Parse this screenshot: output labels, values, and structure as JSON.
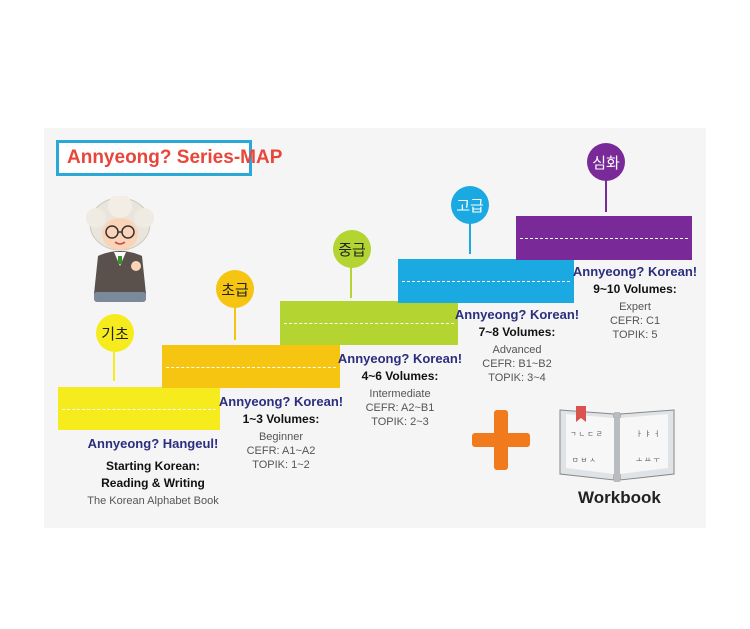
{
  "title": "Annyeong? Series-MAP",
  "levels": [
    {
      "badge": "기초",
      "heading": "Annyeong? Hangeul!",
      "line1": "Starting Korean:",
      "line2": "Reading & Writing",
      "line3": "The Korean Alphabet Book"
    },
    {
      "badge": "초급",
      "heading": "Annyeong? Korean!",
      "volumes": "1~3 Volumes:",
      "level": "Beginner",
      "cefr": "CEFR: A1~A2",
      "topik": "TOPIK: 1~2"
    },
    {
      "badge": "중급",
      "heading": "Annyeong? Korean!",
      "volumes": "4~6 Volumes:",
      "level": "Intermediate",
      "cefr": "CEFR: A2~B1",
      "topik": "TOPIK: 2~3"
    },
    {
      "badge": "고급",
      "heading": "Annyeong? Korean!",
      "volumes": "7~8 Volumes:",
      "level": "Advanced",
      "cefr": "CEFR: B1~B2",
      "topik": "TOPIK: 3~4"
    },
    {
      "badge": "심화",
      "heading": "Annyeong? Korean!",
      "volumes": "9~10 Volumes:",
      "level": "Expert",
      "cefr": "CEFR: C1",
      "topik": "TOPIK: 5"
    }
  ],
  "workbook": {
    "label": "Workbook",
    "page_text": [
      "ㄱ ㄴ ㄷ ㄹ",
      "ㅏ ㅑ ㅓ",
      "ㅁ ㅂ ㅅ",
      "ㅗ ㅛ ㅜ"
    ]
  },
  "colors": {
    "level1": "#f6ec1d",
    "level2": "#f6c512",
    "level3": "#b3d431",
    "level4": "#1ba9e1",
    "level5": "#7a2a98",
    "plus": "#f07a1c",
    "title_border": "#2aa8d8",
    "title_text": "#e8463a",
    "heading_text": "#2b2e7f"
  }
}
